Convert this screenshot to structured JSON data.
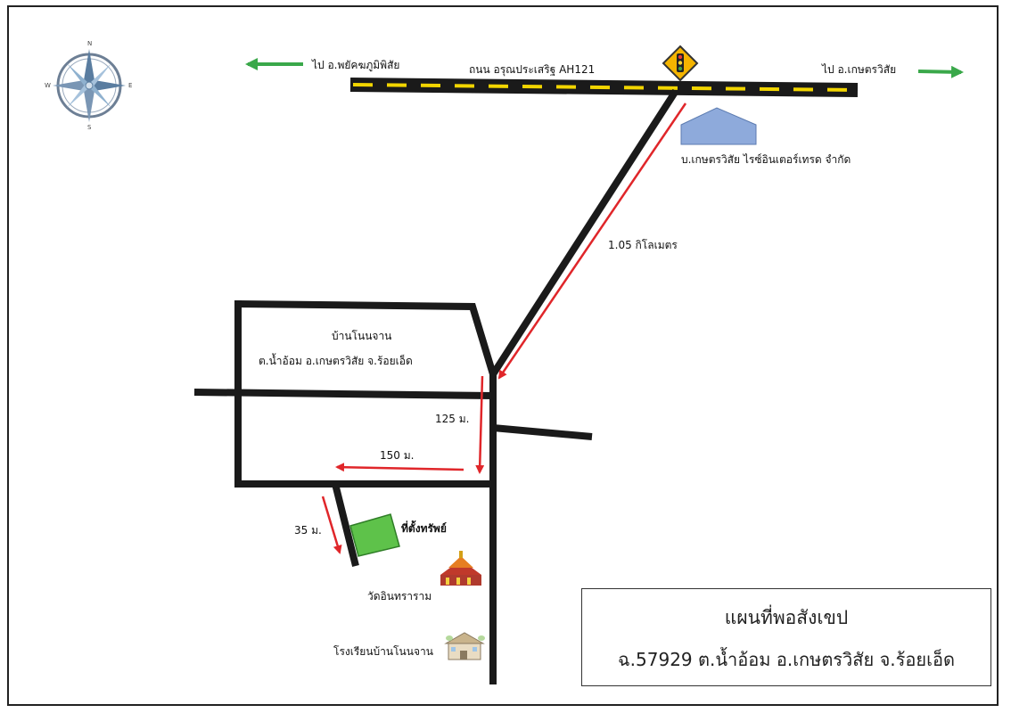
{
  "compass": {
    "n": "N",
    "s": "S",
    "e": "E",
    "w": "W"
  },
  "road": {
    "name": "ถนน อรุณประเสริฐ AH121",
    "to_left": "ไป อ.พยัคฆภูมิพิสัย",
    "to_right": "ไป อ.เกษตรวิสัย"
  },
  "landmarks": {
    "company": "บ.เกษตรวิสัย ไรซ์อินเตอร์เทรด จำกัด",
    "village_line1": "บ้านโนนจาน",
    "village_line2": "ต.น้ำอ้อม อ.เกษตรวิสัย จ.ร้อยเอ็ด",
    "property": "ที่ตั้งทรัพย์",
    "temple": "วัดอินทราราม",
    "school": "โรงเรียนบ้านโนนจาน"
  },
  "distances": {
    "d1": "1.05 กิโลเมตร",
    "d2": "125 ม.",
    "d3": "150 ม.",
    "d4": "35 ม."
  },
  "legend": {
    "title": "แผนที่พอสังเขป",
    "subtitle": "ฉ.57929 ต.น้ำอ้อม อ.เกษตรวิสัย จ.ร้อยเอ็ด"
  },
  "colors": {
    "road": "#1a1a1a",
    "road_dash": "#f2d500",
    "route_arrow": "#e0262a",
    "direction_arrow": "#3aa84a",
    "property_fill": "#5ec24a",
    "company_fill": "#8eaadb"
  },
  "icons": [
    "compass-rose-icon",
    "traffic-light-sign-icon",
    "temple-icon",
    "school-icon"
  ]
}
